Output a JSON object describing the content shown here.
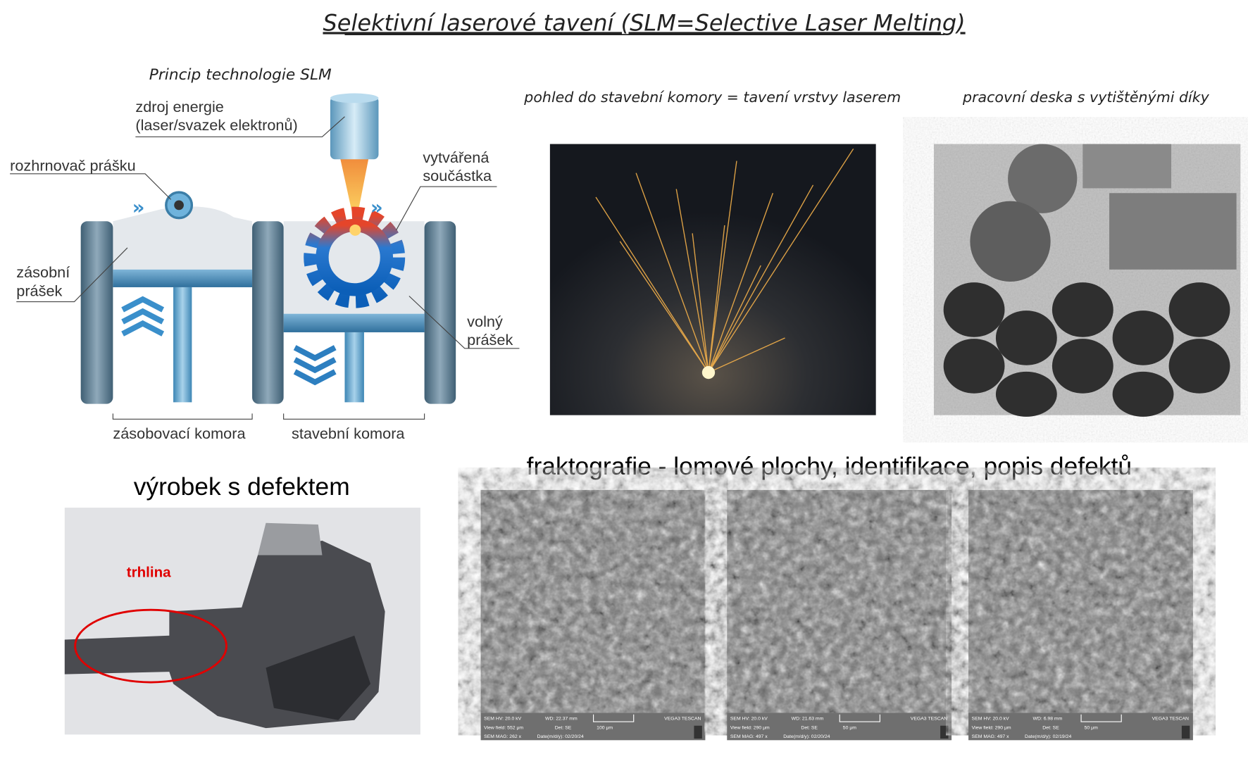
{
  "title": "Selektivní laserové tavení (SLM=Selective Laser Melting)",
  "diagram": {
    "heading": "Princip technologie SLM",
    "energy_source_line1": "zdroj energie",
    "energy_source_line2": "(laser/svazek elektronů)",
    "recoater": "rozhrnovač prášku",
    "part_line1": "vytvářená",
    "part_line2": "součástka",
    "supply_powder_line1": "zásobní",
    "supply_powder_line2": "prášek",
    "loose_powder_line1": "volný",
    "loose_powder_line2": "prášek",
    "supply_chamber": "zásobovací komora",
    "build_chamber": "stavební komora"
  },
  "photos": {
    "melting_caption": "pohled do stavební komory = tavení vrstvy laserem",
    "plate_caption": "pracovní deska s vytištěnými díky",
    "defect_title": "výrobek s defektem",
    "crack_label": "trhlina",
    "crack_color": "#e00000"
  },
  "fractography": {
    "title": "fraktografie - lomové plochy, identifikace, popis defektů",
    "images": [
      {
        "hv": "SEM HV: 20.0 kV",
        "wd": "WD: 22.37 mm",
        "vendor": "VEGA3 TESCAN",
        "view": "View field: 552 μm",
        "det": "Det: SE",
        "scale": "100 μm",
        "mag": "SEM MAG: 262 x",
        "date": "Date(m/d/y): 02/20/24"
      },
      {
        "hv": "SEM HV: 20.0 kV",
        "wd": "WD: 21.63 mm",
        "vendor": "VEGA3 TESCAN",
        "view": "View field: 290 μm",
        "det": "Det: SE",
        "scale": "50 μm",
        "mag": "SEM MAG: 497 x",
        "date": "Date(m/d/y): 02/20/24"
      },
      {
        "hv": "SEM HV: 20.0 kV",
        "wd": "WD: 6.98 mm",
        "vendor": "VEGA3 TESCAN",
        "view": "View field: 290 μm",
        "det": "Det: SE",
        "scale": "50 μm",
        "mag": "SEM MAG: 497 x",
        "date": "Date(m/d/y): 02/19/24"
      }
    ]
  }
}
